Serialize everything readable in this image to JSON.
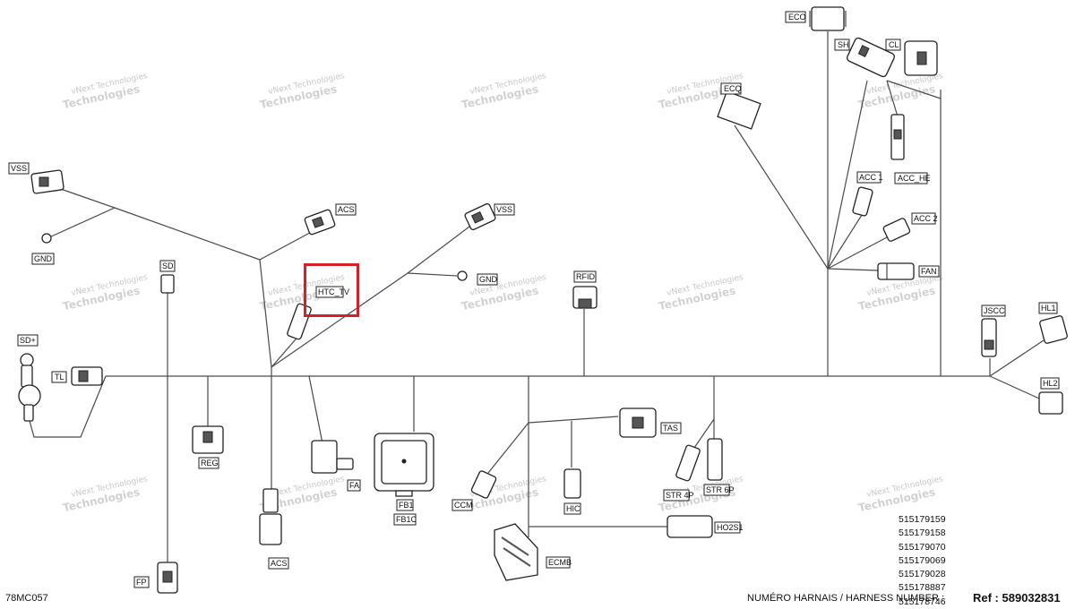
{
  "connectors": {
    "eco": "ECO",
    "sh": "SH",
    "cl": "CL",
    "ecq": "ECQ",
    "acc1": "ACC 1",
    "acc_he": "ACC_HE",
    "acc2": "ACC 2",
    "fan": "FAN",
    "vss_left": "VSS",
    "gnd_left": "GND",
    "acs_top": "ACS",
    "vss_mid": "VSS",
    "gnd_mid": "GND",
    "htc_tv": "HTC_TV",
    "sd": "SD",
    "sd_plus": "SD+",
    "tl": "TL",
    "reg": "REG",
    "fa": "FA",
    "fb1": "FB1",
    "fb1c": "FB1C",
    "acs_bottom": "ACS",
    "fp": "FP",
    "rfid": "RFID",
    "ccm": "CCM",
    "hic": "HIC",
    "tas": "TAS",
    "str_4p": "STR 4P",
    "str_6p": "STR 6P",
    "ho2s1": "HO2S1",
    "ecmb": "ECMB",
    "jscc": "JSCC",
    "hl1": "HL1",
    "hl2": "HL2"
  },
  "watermark": {
    "line1": "vNext Technologies",
    "line2": "Technologies"
  },
  "harness_numbers": [
    "515179159",
    "515179158",
    "515179070",
    "515179069",
    "515179028",
    "515178887",
    "515178746"
  ],
  "harness_label": "NUMÉRO HARNAIS / HARNESS NUMBER :",
  "reference": "Ref : 589032831",
  "drawing_code": "78MC057",
  "highlight_color": "#d61f26"
}
